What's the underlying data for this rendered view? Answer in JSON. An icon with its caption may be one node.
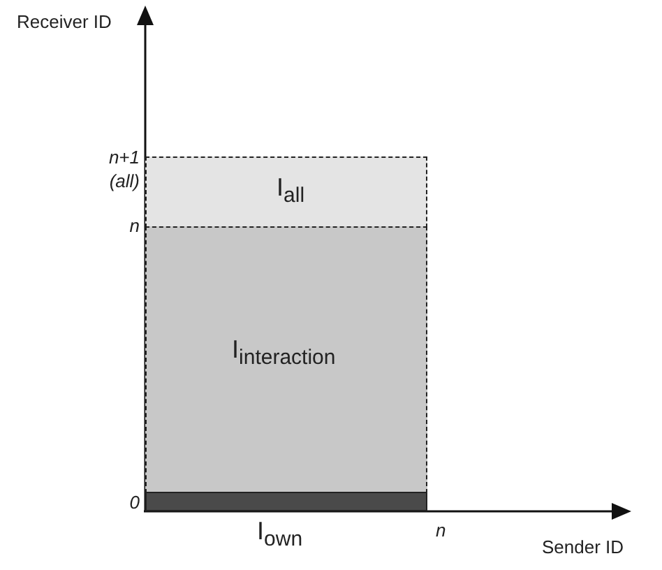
{
  "diagram": {
    "nodes": [
      {
        "text": [
          "I$_{all}$"
        ]
      },
      {
        "text": [
          "I$_{interaction}$"
        ]
      },
      {
        "text": [
          "I$_{own}$"
        ]
      }
    ],
    "edges": [],
    "labels": [
      "Receiver ID",
      "n+1 (all)",
      "n",
      "0",
      "n",
      "Sender ID"
    ]
  }
}
